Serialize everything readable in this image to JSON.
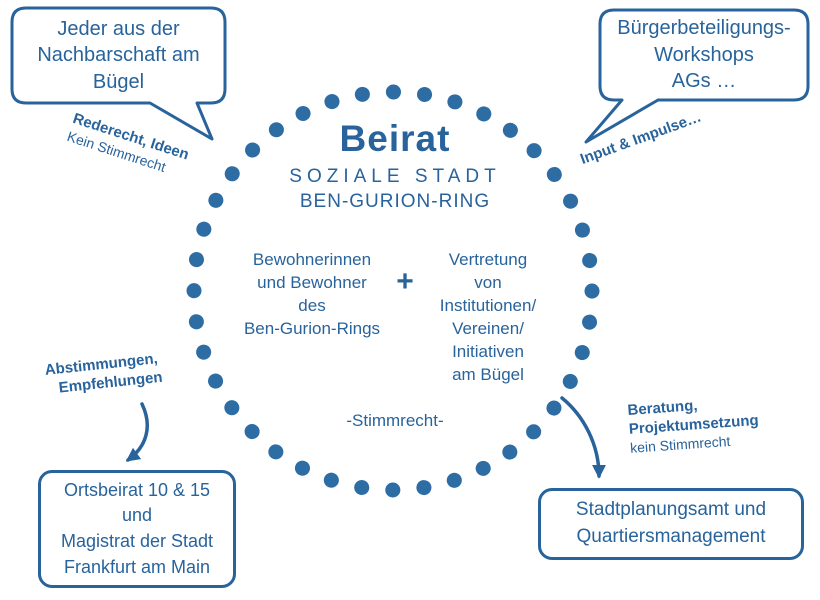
{
  "colors": {
    "brand": "#28639c",
    "dot": "#2e6da4"
  },
  "center": {
    "title": "Beirat",
    "subtitle_line1": "SOZIALE STADT",
    "subtitle_line2": "BEN-GURION-RING",
    "left_member": "Bewohnerinnen\nund Bewohner\ndes\nBen-Gurion-Rings",
    "plus": "+",
    "right_member": "Vertretung\nvon\nInstitutionen/\nVereinen/\nInitiativen\nam Bügel",
    "voting_note": "-Stimmrecht-"
  },
  "bubbles": {
    "top_left": {
      "text": "Jeder aus der\nNachbarschaft am\nBügel"
    },
    "top_right": {
      "text": "Bürgerbeteiligungs-\nWorkshops\nAGs …"
    }
  },
  "labels": {
    "top_left": {
      "bold": "Rederecht, Ideen",
      "regular": "Kein Stimmrecht"
    },
    "top_right": {
      "bold": "Input & Impulse…"
    },
    "bottom_left": {
      "line1": "Abstimmungen,",
      "line2": "Empfehlungen"
    },
    "bottom_right": {
      "bold_line1": "Beratung,",
      "bold_line2": "Projektumsetzung",
      "regular": "kein Stimmrecht"
    }
  },
  "boxes": {
    "bottom_left": {
      "text": "Ortsbeirat 10 & 15\nund\nMagistrat der Stadt\nFrankfurt am Main"
    },
    "bottom_right": {
      "text": "Stadtplanungsamt und\nQuartiersmanagement"
    }
  }
}
